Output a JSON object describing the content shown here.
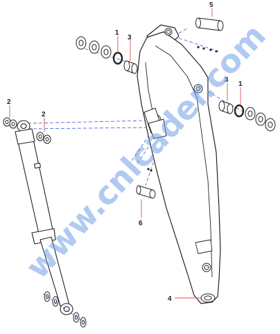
{
  "diagram": {
    "callouts": {
      "c1_top": "1",
      "c3_top": "3",
      "c5": "5",
      "c3_right": "3",
      "c1_right": "1",
      "c2_left": "2",
      "c2_mid": "2",
      "c6": "6",
      "c4": "4"
    },
    "watermark": "www.cnlcader.com",
    "colors": {
      "outline": "#222222",
      "leader": "#d9534f",
      "dashed": "#3b5bd6",
      "watermark": "#6f9ee6"
    }
  }
}
